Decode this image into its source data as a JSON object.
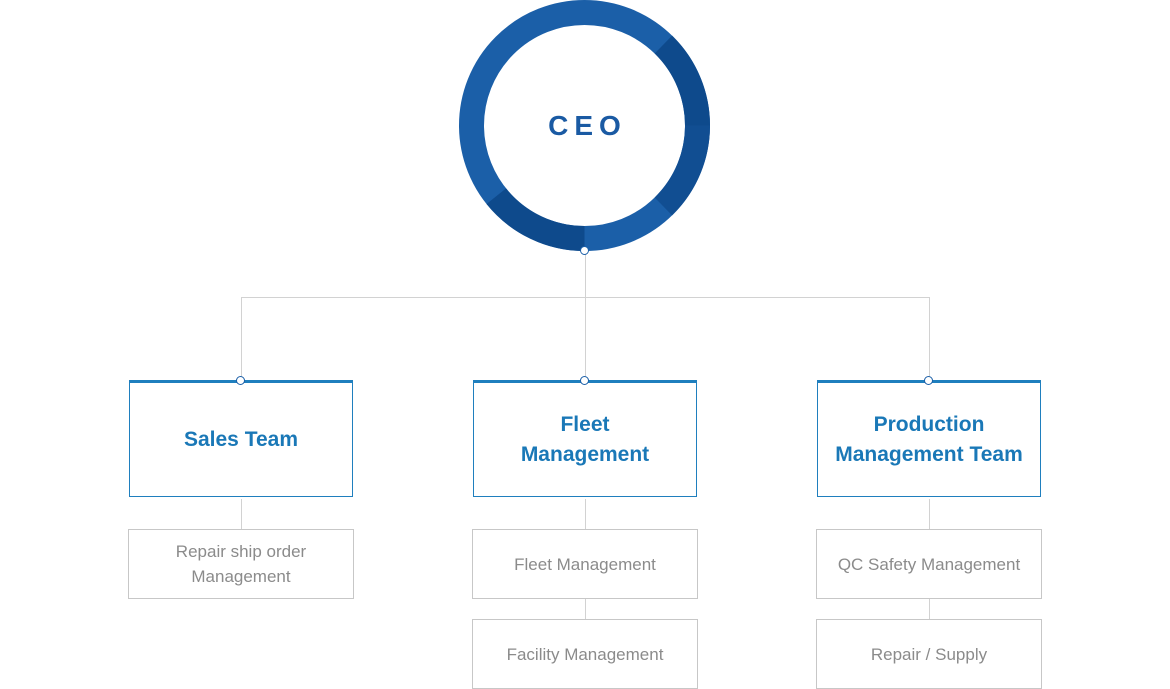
{
  "ceo": {
    "label": "CEO"
  },
  "colors": {
    "ring_main": "#1b5fa8",
    "ring_dark": "#0e4a8c",
    "team_text": "#1a78b7",
    "team_border": "#1f7fbe",
    "sub_text": "#8b8b8b",
    "sub_border": "#c7c7c7",
    "connector": "#d2d2d2"
  },
  "teams": [
    {
      "label": "Sales Team",
      "subs": [
        "Repair ship order\nManagement"
      ]
    },
    {
      "label": "Fleet\nManagement",
      "subs": [
        "Fleet Management",
        "Facility Management"
      ]
    },
    {
      "label": "Production\nManagement Team",
      "subs": [
        "QC Safety Management",
        "Repair / Supply"
      ]
    }
  ]
}
